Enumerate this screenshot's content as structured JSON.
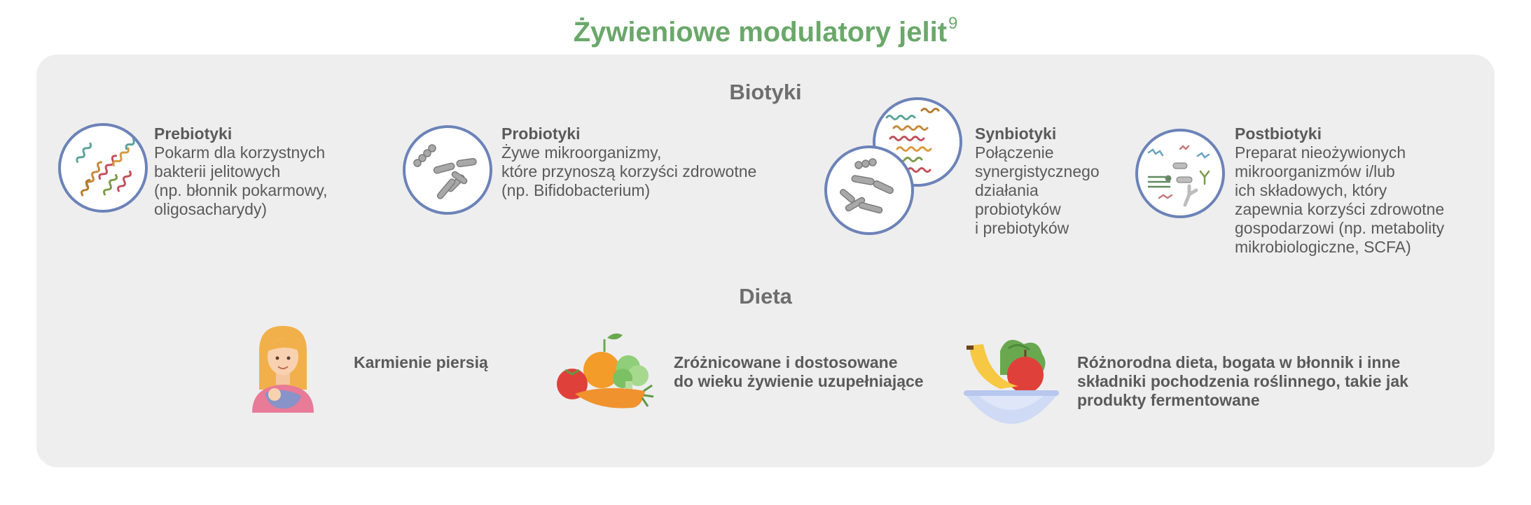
{
  "title": {
    "text": "Żywieniowe modulatory jelit",
    "superscript": "9"
  },
  "biotics": {
    "heading": "Biotyki",
    "items": [
      {
        "name": "Prebiotyki",
        "description": [
          "Pokarm dla korzystnych",
          "bakterii jelitowych",
          "(np. błonnik pokarmowy,",
          "oligosacharydy)"
        ]
      },
      {
        "name": "Probiotyki",
        "description": [
          "Żywe mikroorganizmy,",
          "które przynoszą korzyści zdrowotne",
          "(np. Bifidobacterium)"
        ]
      },
      {
        "name": "Synbiotyki",
        "description": [
          "Połączenie",
          "synergistycznego",
          "działania",
          "probiotyków",
          "i prebiotyków"
        ]
      },
      {
        "name": "Postbiotyki",
        "description": [
          "Preparat nieożywionych",
          "mikroorganizmów i/lub",
          "ich składowych, który",
          "zapewnia korzyści zdrowotne",
          "gospodarzowi (np. metabolity",
          "mikrobiologiczne, SCFA)"
        ]
      }
    ]
  },
  "diet": {
    "heading": "Dieta",
    "items": [
      {
        "lines": [
          "Karmienie piersią"
        ]
      },
      {
        "lines": [
          "Zróżnicowane i dostosowane",
          "do wieku żywienie uzupełniające"
        ]
      },
      {
        "lines": [
          "Różnorodna dieta, bogata w błonnik i inne",
          "składniki pochodzenia roślinnego, takie jak",
          "produkty fermentowane"
        ]
      }
    ]
  },
  "colors": {
    "title": "#6aa86a",
    "circle_border": "#6c83b8",
    "panel": "#eeeeee"
  },
  "icons": [
    "prebiotic-bacteria-icon",
    "probiotic-bacteria-icon",
    "synbiotic-bacteria-icon",
    "postbiotic-bacteria-icon",
    "breastfeeding-mother-icon",
    "vegetables-icon",
    "fruit-bowl-icon"
  ]
}
